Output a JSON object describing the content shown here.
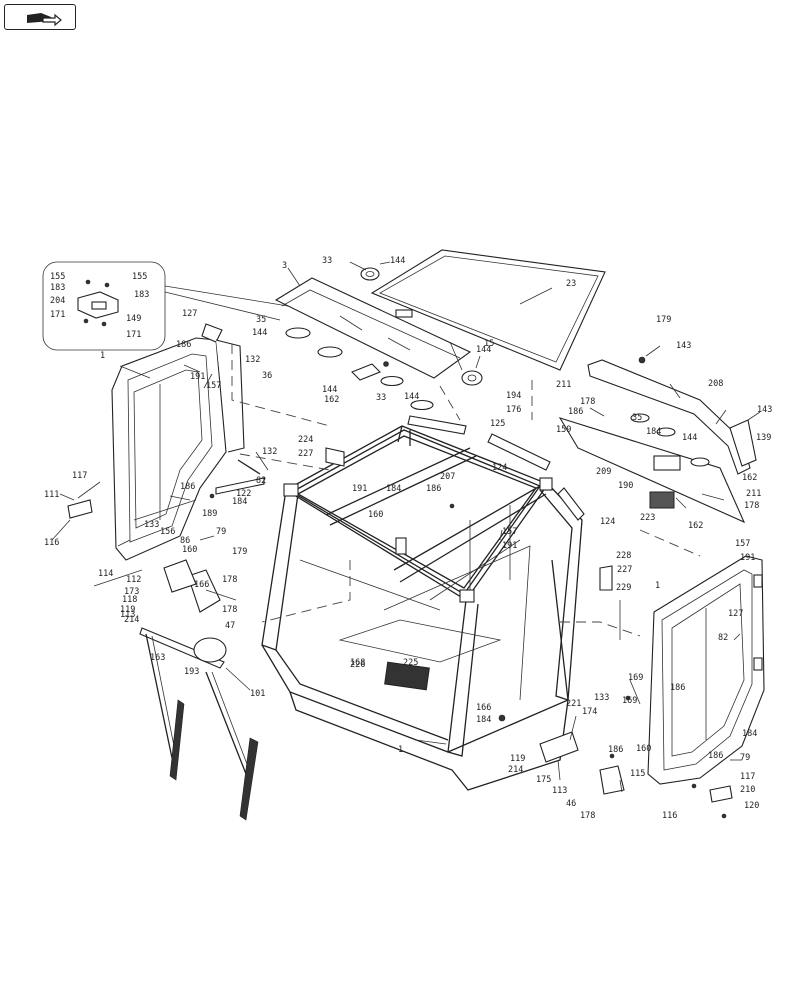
{
  "nav": {
    "icon": "book-arrow-icon"
  },
  "drawing": {
    "labels": [
      "1",
      "1",
      "1",
      "3",
      "15",
      "23",
      "33",
      "33",
      "35",
      "35",
      "36",
      "47",
      "46",
      "79",
      "79",
      "82",
      "82",
      "86",
      "101",
      "111",
      "112",
      "113",
      "113",
      "114",
      "115",
      "116",
      "116",
      "117",
      "117",
      "118",
      "119",
      "119",
      "120",
      "122",
      "124",
      "124",
      "125",
      "127",
      "127",
      "132",
      "132",
      "133",
      "133",
      "139",
      "143",
      "143",
      "144",
      "144",
      "144",
      "144",
      "144",
      "144",
      "149",
      "155",
      "155",
      "156",
      "157",
      "157",
      "157",
      "159",
      "160",
      "160",
      "160",
      "162",
      "162",
      "162",
      "163",
      "166",
      "166",
      "168",
      "169",
      "169",
      "171",
      "171",
      "173",
      "174",
      "175",
      "176",
      "178",
      "178",
      "178",
      "178",
      "178",
      "179",
      "179",
      "183",
      "183",
      "184",
      "184",
      "184",
      "184",
      "184",
      "186",
      "186",
      "186",
      "186",
      "186",
      "186",
      "186",
      "189",
      "190",
      "191",
      "191",
      "191",
      "191",
      "193",
      "194",
      "204",
      "207",
      "208",
      "209",
      "210",
      "211",
      "211",
      "214",
      "214",
      "221",
      "223",
      "224",
      "225",
      "226",
      "227",
      "227",
      "228",
      "229"
    ]
  }
}
